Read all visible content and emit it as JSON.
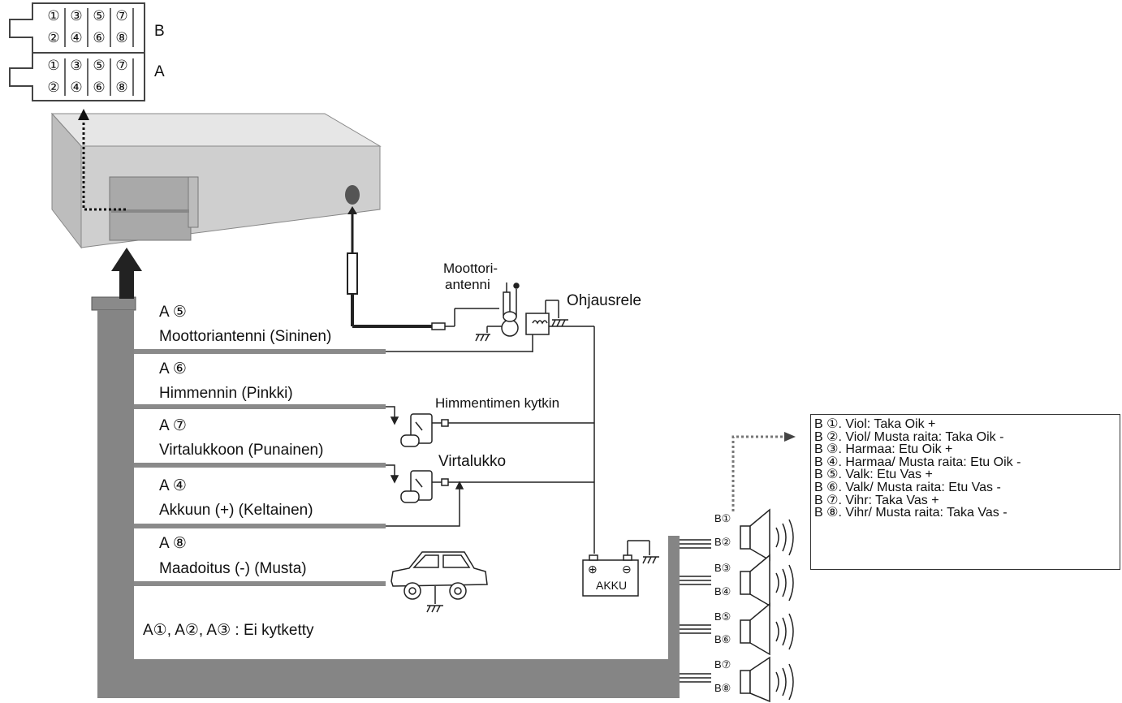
{
  "connector": {
    "row_b": "B",
    "row_a": "A",
    "top_row_pins": [
      "①",
      "③",
      "⑤",
      "⑦"
    ],
    "bottom_row_pins": [
      "②",
      "④",
      "⑥",
      "⑧"
    ]
  },
  "labels": {
    "motor_antenna_line1": "Moottori-",
    "motor_antenna_line2": "antenni",
    "control_relay": "Ohjausrele",
    "dimmer_switch": "Himmentimen kytkin",
    "ignition_switch": "Virtalukko",
    "battery": "AKKU",
    "battery_plus": "⊕",
    "battery_minus": "⊖"
  },
  "wires": [
    {
      "pin": "A ⑤",
      "desc": "Moottoriantenni (Sininen)"
    },
    {
      "pin": "A ⑥",
      "desc": "Himmennin (Pinkki)"
    },
    {
      "pin": "A ⑦",
      "desc": "Virtalukkoon (Punainen)"
    },
    {
      "pin": "A ④",
      "desc": "Akkuun (+) (Keltainen)"
    },
    {
      "pin": "A ⑧",
      "desc": "Maadoitus (-) (Musta)"
    }
  ],
  "not_connected": "A①, A②, A③ : Ei kytketty",
  "speaker_pins": [
    "B①",
    "B②",
    "B③",
    "B④",
    "B⑤",
    "B⑥",
    "B⑦",
    "B⑧"
  ],
  "legend": [
    "B ①. Viol: Taka Oik +",
    "B ②. Viol/ Musta raita: Taka Oik -",
    "B ③. Harmaa: Etu Oik +",
    "B ④. Harmaa/ Musta raita: Etu Oik -",
    "B ⑤. Valk: Etu Vas +",
    "B ⑥. Valk/ Musta raita: Etu Vas -",
    "B ⑦. Vihr: Taka Vas +",
    "B ⑧. Vihr/ Musta raita: Taka Vas -"
  ]
}
